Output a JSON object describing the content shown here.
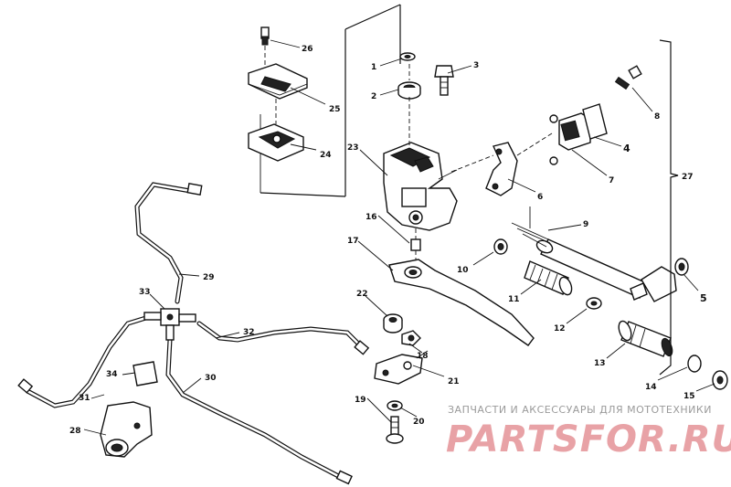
{
  "callouts": {
    "n1": "1",
    "n2": "2",
    "n3": "3",
    "n4": "4",
    "n5": "5",
    "n6": "6",
    "n7": "7",
    "n8": "8",
    "n9": "9",
    "n10": "10",
    "n11": "11",
    "n12": "12",
    "n13": "13",
    "n14": "14",
    "n15": "15",
    "n16": "16",
    "n17": "17",
    "n18": "18",
    "n19": "19",
    "n20": "20",
    "n21": "21",
    "n22": "22",
    "n23": "23",
    "n24": "24",
    "n25": "25",
    "n26": "26",
    "n27": "27",
    "n28": "28",
    "n29": "29",
    "n30": "30",
    "n31": "31",
    "n32": "32",
    "n33": "33",
    "n34": "34"
  },
  "watermark": {
    "caption": "ЗАПЧАСТИ И АКСЕССУАРЫ ДЛЯ МОТОТЕХНИКИ",
    "logo": "PARTSFOR.RU"
  },
  "colors": {
    "line": "#111111",
    "background": "#ffffff",
    "watermark_caption": "#9a9a9a",
    "watermark_logo": "#e8a2a6"
  }
}
